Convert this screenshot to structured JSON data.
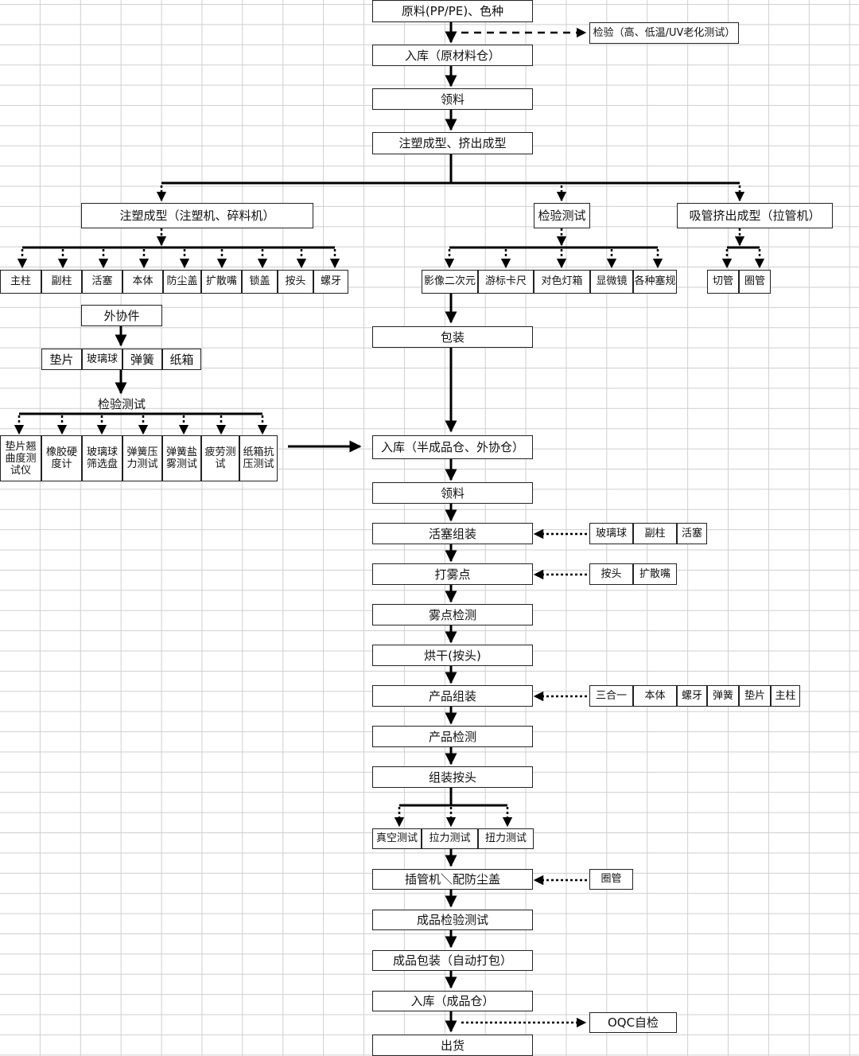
{
  "main_flow": {
    "raw_material": "原料(PP/PE)、色种",
    "warehouse_raw": "入库（原材料仓）",
    "pick_1": "领料",
    "molding": "注塑成型、挤出成型",
    "warehouse_semi": "入库（半成品仓、外协仓）",
    "pick_2": "领料",
    "piston_assembly": "活塞组装",
    "spray_point": "打雾点",
    "spray_inspect": "雾点检测",
    "drying": "烘干(按头)",
    "product_assembly": "产品组装",
    "product_inspect": "产品检测",
    "assemble_head": "组装按头",
    "tube_insert": "插管机＼配防尘盖",
    "final_inspect": "成品检验测试",
    "final_pack": "成品包装（自动打包）",
    "warehouse_final": "入库（成品仓）",
    "shipment": "出货"
  },
  "raw_inspection": "检验（高、低温/UV老化测试）",
  "oqc": "OQC自检",
  "injection": {
    "title": "注塑成型（注塑机、碎料机）",
    "parts": [
      "主柱",
      "副柱",
      "活塞",
      "本体",
      "防尘盖",
      "扩散嘴",
      "锁盖",
      "按头",
      "螺牙"
    ]
  },
  "inspection": {
    "title": "检验测试",
    "tools": [
      "影像二次元",
      "游标卡尺",
      "对色灯箱",
      "显微镜",
      "各种塞规"
    ],
    "packing": "包装"
  },
  "extrusion": {
    "title": "吸管挤出成型（拉管机）",
    "parts": [
      "切管",
      "圈管"
    ]
  },
  "outsource": {
    "title": "外协件",
    "parts": [
      "垫片",
      "玻璃球",
      "弹簧",
      "纸箱"
    ],
    "test_title": "检验测试",
    "tests": [
      "垫片翘曲度测试仪",
      "橡胶硬度计",
      "玻璃球筛选盘",
      "弹簧压力测试",
      "弹簧盐雾测试",
      "疲劳测试",
      "纸箱抗压测试"
    ]
  },
  "piston_inputs": [
    "玻璃球",
    "副柱",
    "活塞"
  ],
  "spray_inputs": [
    "按头",
    "扩散嘴"
  ],
  "product_inputs": [
    "三合一",
    "本体",
    "螺牙",
    "弹簧",
    "垫片",
    "主柱"
  ],
  "head_tests": [
    "真空测试",
    "拉力测试",
    "扭力测试"
  ],
  "tube_input": "圈管"
}
